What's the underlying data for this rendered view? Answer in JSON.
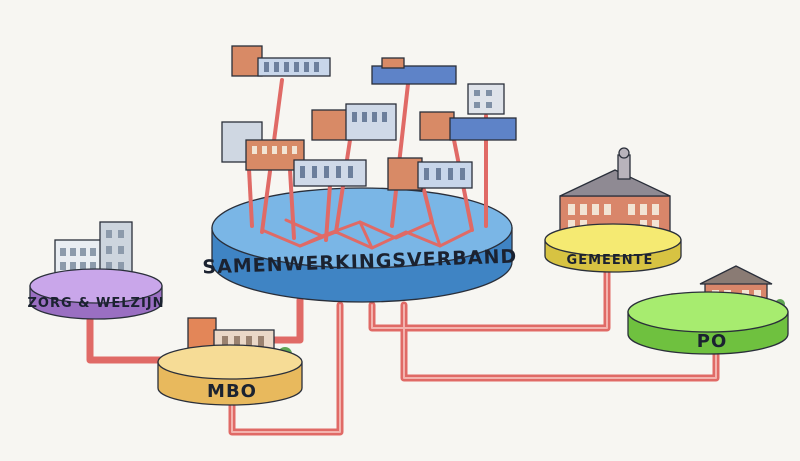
{
  "diagram": {
    "hub": {
      "label": "SAMENWERKINGSVERBAND",
      "color": "#5b9fd8"
    },
    "nodes": [
      {
        "id": "zorg",
        "label": "ZORG & WELZIJN",
        "color": "#b28ad6"
      },
      {
        "id": "mbo",
        "label": "MBO",
        "color": "#f3cf7e"
      },
      {
        "id": "gemeente",
        "label": "GEMEENTE",
        "color": "#f1e05c"
      },
      {
        "id": "po",
        "label": "PO",
        "color": "#8fdc5b"
      }
    ],
    "connector_color": "#e06a66"
  }
}
